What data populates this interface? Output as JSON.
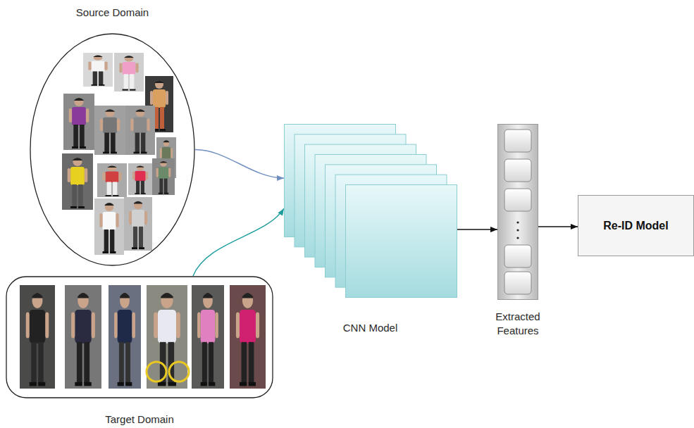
{
  "diagram": {
    "nodes": [
      {
        "text": [
          "Source Domain"
        ]
      },
      {
        "text": [
          "Target Domain"
        ]
      },
      {
        "text": [
          "CNN Model"
        ]
      },
      {
        "text": [
          "Extracted Features"
        ]
      },
      {
        "text": [
          "Re-ID Model"
        ]
      }
    ],
    "edges": [
      {
        "from": 0,
        "to": 2,
        "arrow": "to"
      },
      {
        "from": 1,
        "to": 2,
        "arrow": "to"
      },
      {
        "from": 2,
        "to": 3,
        "arrow": "to"
      },
      {
        "from": 3,
        "to": 4,
        "arrow": "to"
      }
    ]
  }
}
